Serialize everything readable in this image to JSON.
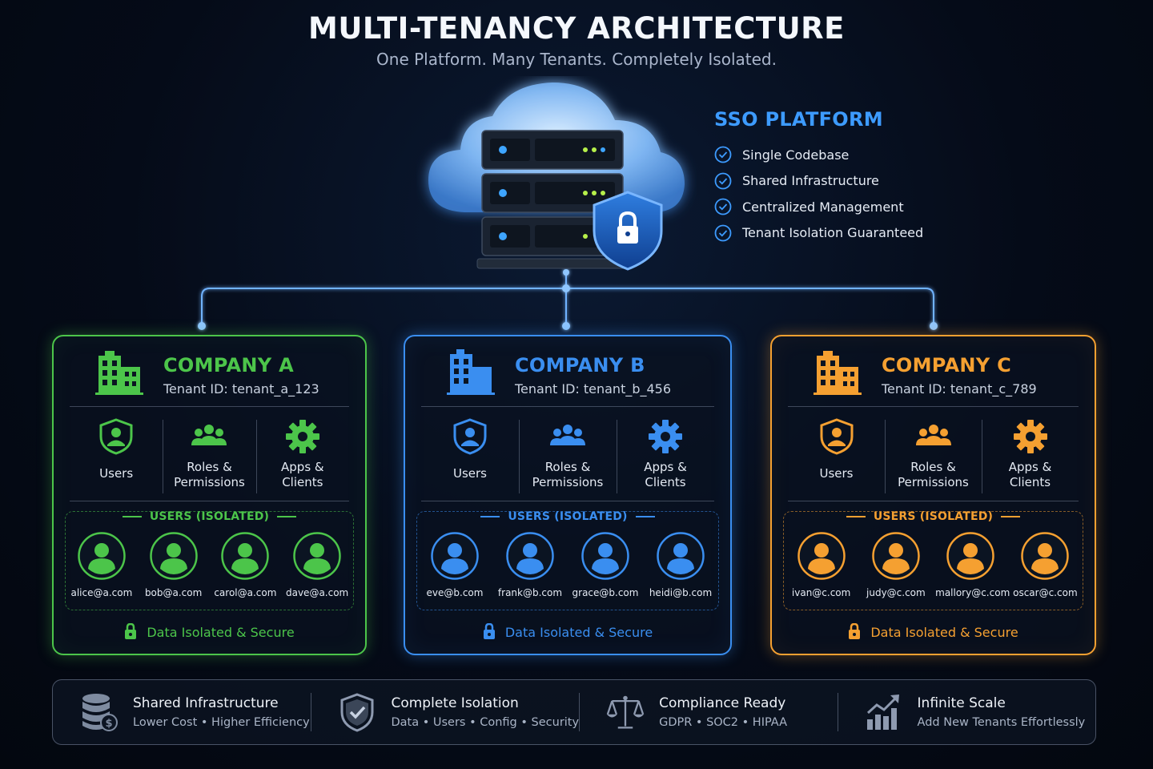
{
  "header": {
    "title": "MULTI-TENANCY ARCHITECTURE",
    "subtitle": "One Platform. Many Tenants. Completely Isolated."
  },
  "platform": {
    "title": "SSO PLATFORM",
    "features": [
      "Single Codebase",
      "Shared Infrastructure",
      "Centralized Management",
      "Tenant Isolation Guaranteed"
    ]
  },
  "colors": {
    "platform": "#3d9bff",
    "company_a": "#4cc54a",
    "company_b": "#3a8ef0",
    "company_c": "#f5a031"
  },
  "tenants": [
    {
      "name": "COMPANY A",
      "tenant_id": "Tenant ID: tenant_a_123",
      "modules": {
        "users": "Users",
        "roles_1": "Roles &",
        "roles_2": "Permissions",
        "apps_1": "Apps &",
        "apps_2": "Clients"
      },
      "users_title": "USERS (ISOLATED)",
      "users": [
        "alice@a.com",
        "bob@a.com",
        "carol@a.com",
        "dave@a.com"
      ],
      "secure": "Data Isolated & Secure"
    },
    {
      "name": "COMPANY B",
      "tenant_id": "Tenant ID: tenant_b_456",
      "modules": {
        "users": "Users",
        "roles_1": "Roles &",
        "roles_2": "Permissions",
        "apps_1": "Apps &",
        "apps_2": "Clients"
      },
      "users_title": "USERS (ISOLATED)",
      "users": [
        "eve@b.com",
        "frank@b.com",
        "grace@b.com",
        "heidi@b.com"
      ],
      "secure": "Data Isolated & Secure"
    },
    {
      "name": "COMPANY C",
      "tenant_id": "Tenant ID: tenant_c_789",
      "modules": {
        "users": "Users",
        "roles_1": "Roles &",
        "roles_2": "Permissions",
        "apps_1": "Apps &",
        "apps_2": "Clients"
      },
      "users_title": "USERS (ISOLATED)",
      "users": [
        "ivan@c.com",
        "judy@c.com",
        "mallory@c.com",
        "oscar@c.com"
      ],
      "secure": "Data Isolated & Secure"
    }
  ],
  "benefits": [
    {
      "icon": "database-coin-icon",
      "title": "Shared Infrastructure",
      "subtitle": "Lower Cost • Higher Efficiency"
    },
    {
      "icon": "shield-check-icon",
      "title": "Complete Isolation",
      "subtitle": "Data • Users • Config • Security"
    },
    {
      "icon": "scales-icon",
      "title": "Compliance Ready",
      "subtitle": "GDPR • SOC2 • HIPAA"
    },
    {
      "icon": "growth-chart-icon",
      "title": "Infinite Scale",
      "subtitle": "Add New Tenants Effortlessly"
    }
  ]
}
